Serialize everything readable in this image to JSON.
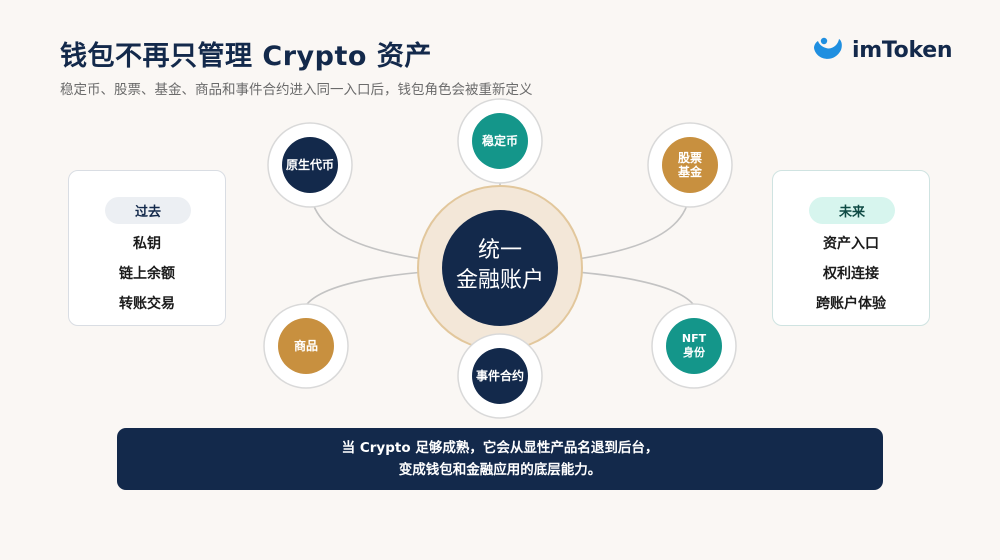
{
  "header": {
    "title": "钱包不再只管理 Crypto 资产",
    "subtitle": "稳定币、股票、基金、商品和事件合约进入同一入口后，钱包角色会被重新定义"
  },
  "brand": {
    "name": "imToken",
    "icon": "imtoken-logo-icon",
    "color": "#1f8fe0"
  },
  "past": {
    "label": "过去",
    "items": [
      "私钥",
      "链上余额",
      "转账交易"
    ]
  },
  "future": {
    "label": "未来",
    "items": [
      "资产入口",
      "权利连接",
      "跨账户体验"
    ]
  },
  "hub": {
    "line1": "统一",
    "line2": "金融账户"
  },
  "nodes": {
    "native": {
      "label": "原生代币",
      "color": "#13294b"
    },
    "stable": {
      "label": "稳定币",
      "color": "#14968a"
    },
    "stocks": {
      "line1": "股票",
      "line2": "基金",
      "color": "#c8903f"
    },
    "commodity": {
      "label": "商品",
      "color": "#c8903f"
    },
    "event": {
      "label": "事件合约",
      "color": "#13294b"
    },
    "nft": {
      "line1": "NFT",
      "line2": "身份",
      "color": "#14968a"
    }
  },
  "banner": {
    "line1": "当 Crypto 足够成熟，它会从显性产品名退到后台，",
    "line2": "变成钱包和金融应用的底层能力。"
  }
}
